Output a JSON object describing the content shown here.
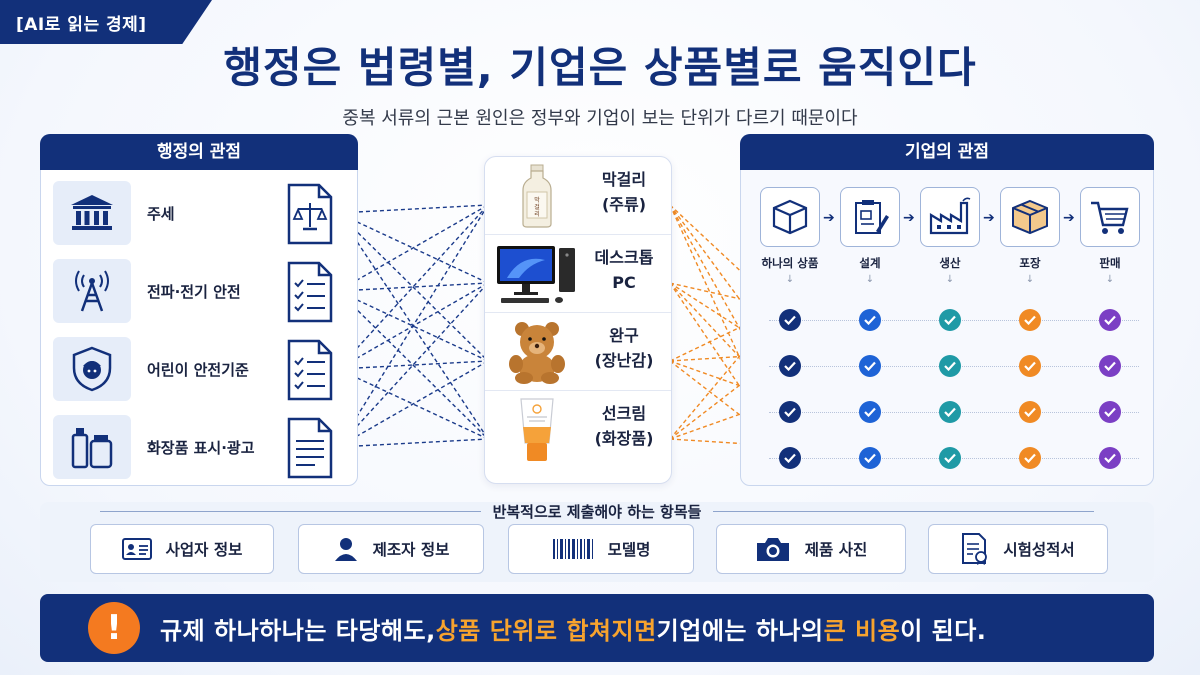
{
  "tag": "[AI로 읽는 경제]",
  "title": "행정은 법령별, 기업은 상품별로 움직인다",
  "subtitle": "중복 서류의 근본 원인은 정부와 기업이 보는 단위가 다르기 때문이다",
  "left_panel": {
    "heading": "행정의 관점",
    "laws": [
      {
        "label": "주세",
        "icon": "bank-icon"
      },
      {
        "label": "전파·전기 안전",
        "icon": "radio-tower-icon"
      },
      {
        "label": "어린이 안전기준",
        "icon": "child-shield-icon"
      },
      {
        "label": "화장품 표시·광고",
        "icon": "cosmetics-icon"
      }
    ]
  },
  "products": [
    {
      "line1": "막걸리",
      "line2": "(주류)",
      "icon": "makgeolli-bottle-icon"
    },
    {
      "line1": "데스크톱",
      "line2": "PC",
      "icon": "desktop-pc-icon"
    },
    {
      "line1": "완구",
      "line2": "(장난감)",
      "icon": "teddy-bear-icon"
    },
    {
      "line1": "선크림",
      "line2": "(화장품)",
      "icon": "sunscreen-tube-icon"
    }
  ],
  "right_panel": {
    "heading": "기업의 관점",
    "steps": [
      {
        "label": "하나의 상품",
        "icon": "box-icon",
        "color": "#12307a"
      },
      {
        "label": "설계",
        "icon": "blueprint-icon",
        "color": "#1e63d6"
      },
      {
        "label": "생산",
        "icon": "factory-icon",
        "color": "#1f9aa6"
      },
      {
        "label": "포장",
        "icon": "package-icon",
        "color": "#f08a24"
      },
      {
        "label": "판매",
        "icon": "cart-icon",
        "color": "#7b3fc4"
      }
    ]
  },
  "repeated_items": {
    "heading": "반복적으로 제출해야 하는 항목들",
    "items": [
      {
        "label": "사업자 정보",
        "icon": "id-card-icon"
      },
      {
        "label": "제조자 정보",
        "icon": "person-icon"
      },
      {
        "label": "모델명",
        "icon": "barcode-icon"
      },
      {
        "label": "제품 사진",
        "icon": "camera-icon"
      },
      {
        "label": "시험성적서",
        "icon": "certificate-icon"
      }
    ]
  },
  "banner": {
    "part1": "규제 하나하나는 타당해도, ",
    "highlight1": "상품 단위로 합쳐지면",
    "part2": " 기업에는 하나의 ",
    "highlight2": "큰 비용",
    "part3": "이 된다."
  },
  "colors": {
    "navy": "#12307a",
    "orange": "#f47a20",
    "blue_line": "#1a3a8a",
    "orange_line": "#f08a24"
  }
}
